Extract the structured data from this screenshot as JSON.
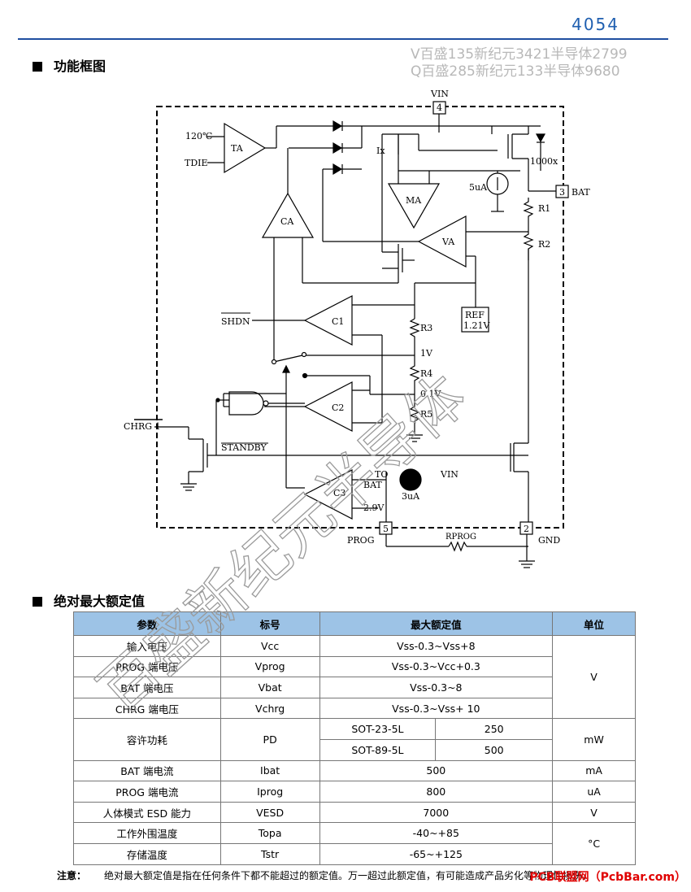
{
  "header": {
    "part_number": "4054"
  },
  "watermark": {
    "lines": [
      "V百盛135新纪元3421半导体2799",
      "Q百盛285新纪元133半导体9680"
    ],
    "diagonal_text": "百盛新纪元半导体"
  },
  "sections": {
    "block_diagram_title": "功能框图",
    "ratings_title": "绝对最大额定值"
  },
  "diagram": {
    "labels": {
      "vin_top": "VIN",
      "pin4": "4",
      "temp": "120℃",
      "ta": "TA",
      "tdie": "TDIE",
      "ix": "Ix",
      "x1000": "1000x",
      "ua5": "5uA",
      "ma": "MA",
      "ca": "CA",
      "va": "VA",
      "pin3": "3",
      "bat": "BAT",
      "r1": "R1",
      "r2": "R2",
      "ref1": "REF",
      "ref2": "1.21V",
      "shdn": "SHDN",
      "c1": "C1",
      "r3": "R3",
      "v1": "1V",
      "r4": "R4",
      "v01": "0.1V",
      "r5": "R5",
      "c2": "C2",
      "chrg": "CHRG 1",
      "standby": "STANDBY",
      "to": "TO",
      "bat2": "BAT",
      "ua3": "3uA",
      "vin2": "VIN",
      "c3": "C3",
      "v29": "2.9V",
      "pin5": "5",
      "prog": "PROG",
      "rprog": "RPROG",
      "pin2": "2",
      "gnd": "GND"
    }
  },
  "table": {
    "headers": [
      "参数",
      "标号",
      "最大额定值",
      "单位"
    ],
    "rows": [
      {
        "param": "输入电压",
        "symbol": "Vcc",
        "value": "Vss-0.3~Vss+8"
      },
      {
        "param": "PROG 端电压",
        "symbol": "Vprog",
        "value": "Vss-0.3~Vcc+0.3"
      },
      {
        "param": "BAT 端电压",
        "symbol": "Vbat",
        "value": "Vss-0.3~8"
      },
      {
        "param": "CHRG 端电压",
        "symbol": "Vchrg",
        "value": "Vss-0.3~Vss+ 10"
      },
      {
        "param": "容许功耗",
        "symbol": "PD",
        "pkg1": "SOT-23-5L",
        "val1": "250",
        "pkg2": "SOT-89-5L",
        "val2": "500",
        "unit": "mW"
      },
      {
        "param": "BAT 端电流",
        "symbol": "Ibat",
        "value": "500",
        "unit": "mA"
      },
      {
        "param": "PROG 端电流",
        "symbol": "Iprog",
        "value": "800",
        "unit": "uA"
      },
      {
        "param": "人体模式 ESD 能力",
        "symbol": "VESD",
        "value": "7000",
        "unit": "V"
      },
      {
        "param": "工作外围温度",
        "symbol": "Topa",
        "value": "-40~+85"
      },
      {
        "param": "存储温度",
        "symbol": "Tstr",
        "value": "-65~+125"
      }
    ],
    "unit_v": "V",
    "unit_c": "°C"
  },
  "note": {
    "label": "注意：",
    "text": "绝对最大额定值是指在任何条件下都不能超过的额定值。万一超过此额定值，有可能造成产品劣化等物理性损伤。"
  },
  "footer": {
    "site": "PCB联盟网（PcbBar.com）"
  }
}
